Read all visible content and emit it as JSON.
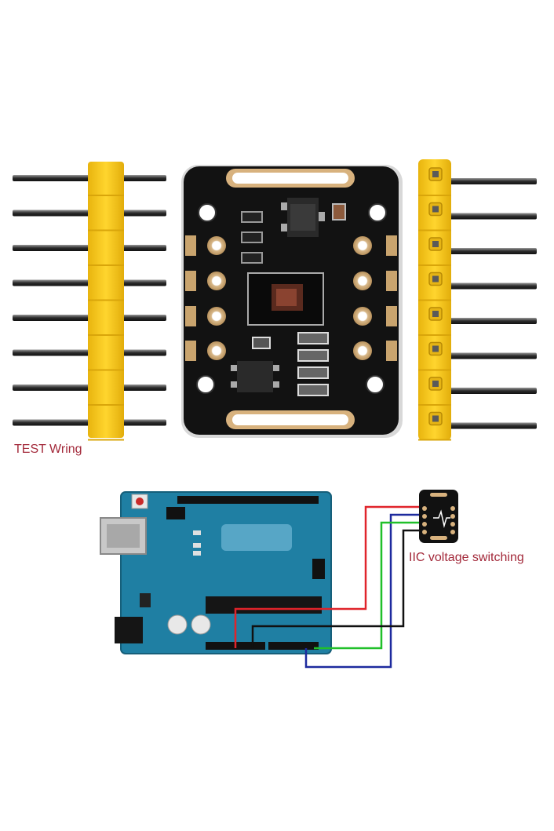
{
  "labels": {
    "test_wiring": "TEST Wring",
    "iic_voltage": "IIC voltage switching"
  },
  "colors": {
    "label_red": "#a3293a",
    "header_yellow": "#f4c61a",
    "pcb_black": "#111111",
    "arduino_blue": "#1f7fa3",
    "wire_red": "#e0242b",
    "wire_green": "#20c02a",
    "wire_blue": "#1d2a9e",
    "wire_black": "#111111"
  },
  "icons": [
    "straight-pin-header",
    "right-angle-pin-header",
    "sensor-module-board",
    "arduino-uno-board",
    "mini-sensor-module"
  ]
}
